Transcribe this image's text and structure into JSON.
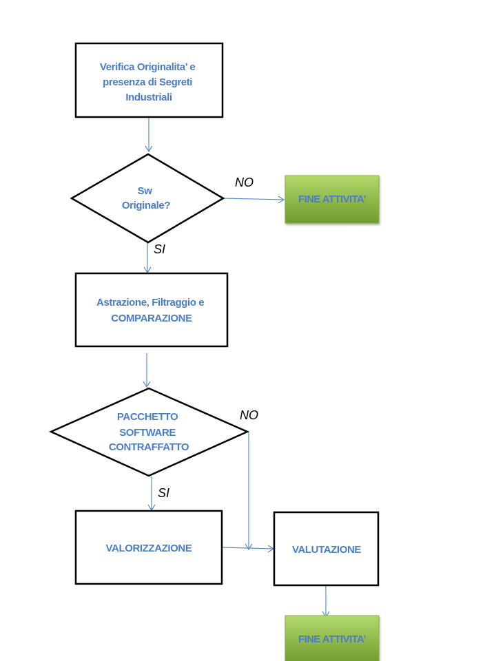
{
  "colors": {
    "text_blue": "#4a7cc7",
    "arrow_blue": "#5b8bc9",
    "box_border": "#000000",
    "end_green_light": "#a6d05a",
    "end_green_dark": "#6f9a2c"
  },
  "nodes": {
    "verify": {
      "lines": [
        "Verifica Originalita’ e",
        "presenza di Segreti",
        "Industriali"
      ]
    },
    "decision_original": {
      "lines": [
        "Sw",
        "Originale?"
      ]
    },
    "end_top": {
      "label": "FINE ATTIVITA’"
    },
    "abstraction": {
      "lines": [
        "Astrazione,  Filtraggio e",
        "COMPARAZIONE"
      ]
    },
    "decision_counterfeit": {
      "lines": [
        "PACCHETTO",
        "SOFTWARE",
        "CONTRAFFATTO"
      ]
    },
    "valorization": {
      "label": "VALORIZZAZIONE"
    },
    "evaluation": {
      "label": "VALUTAZIONE"
    },
    "end_bottom": {
      "label": "FINE ATTIVITA’"
    }
  },
  "edge_labels": {
    "no_1": "NO",
    "si_1": "SI",
    "no_2": "NO",
    "si_2": "SI"
  }
}
